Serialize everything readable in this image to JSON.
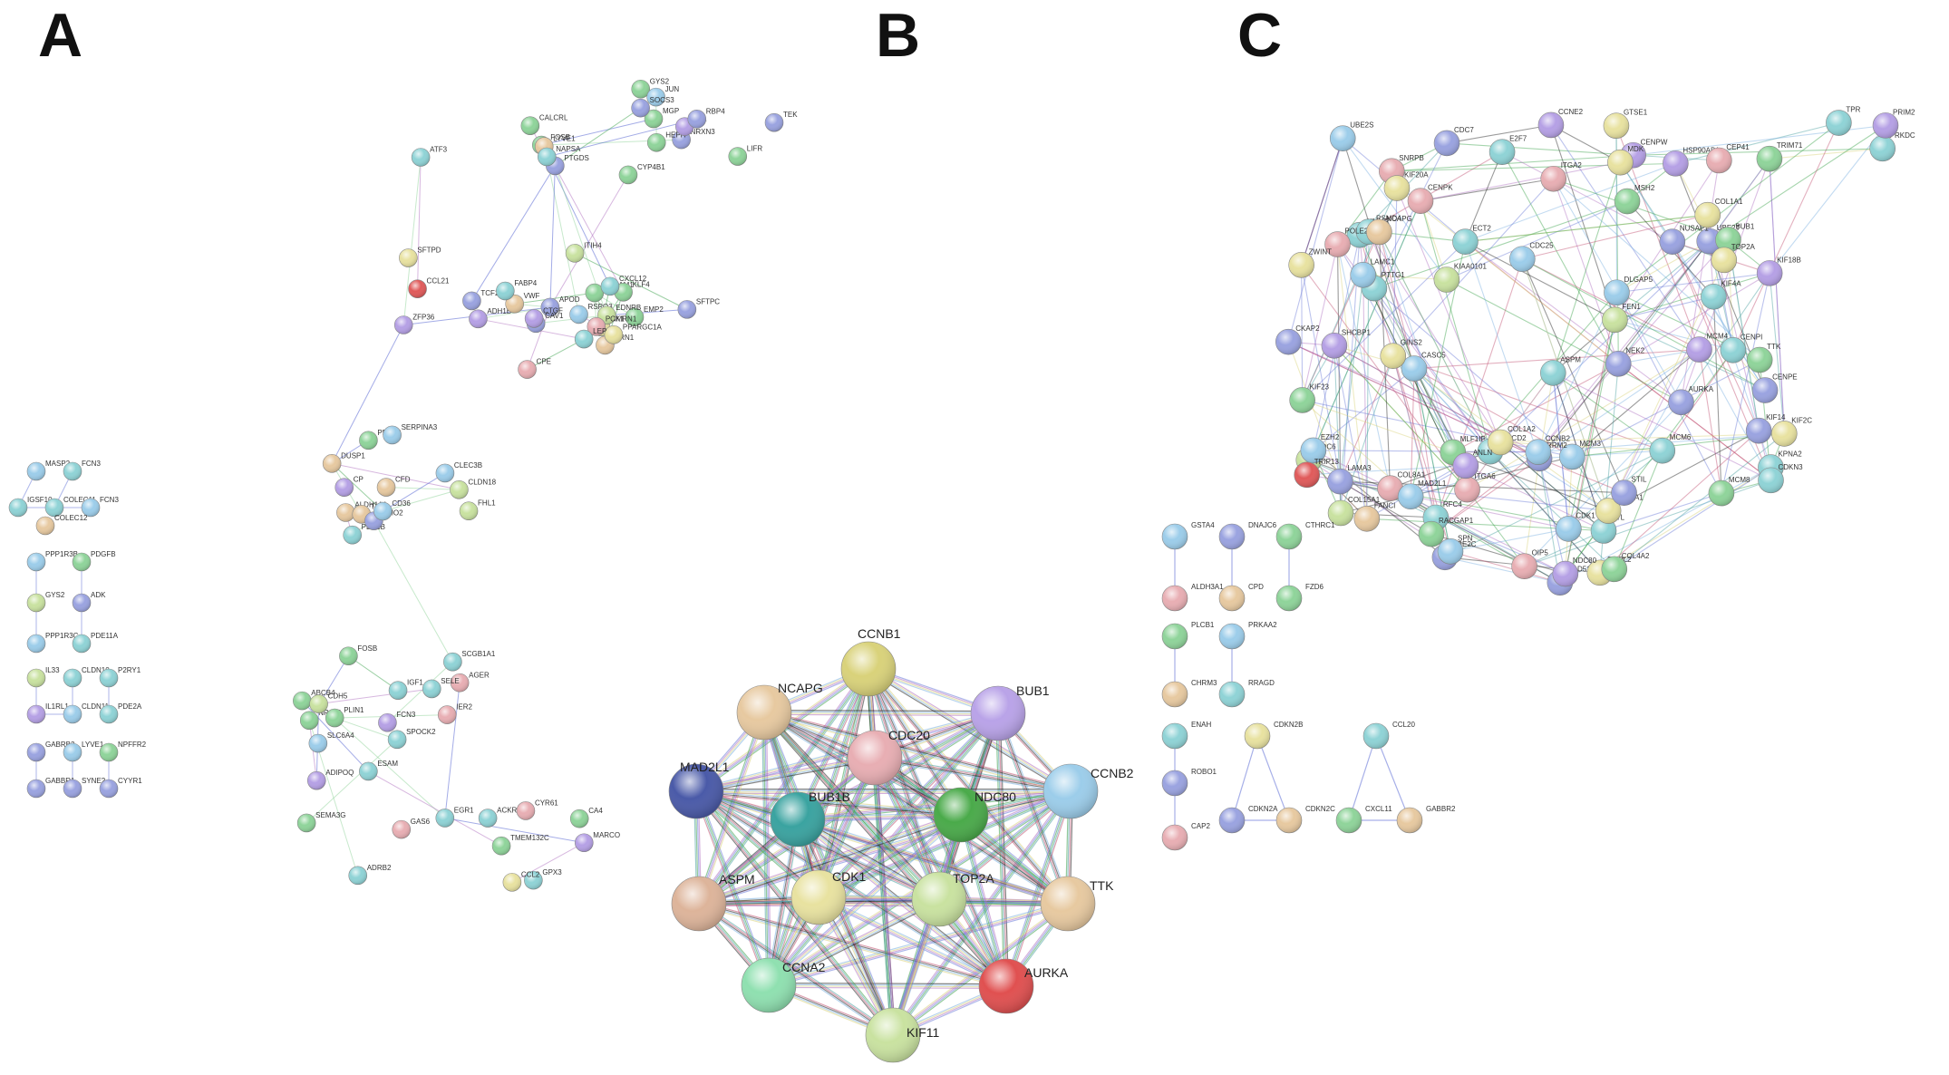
{
  "panels": {
    "A": {
      "label": "A"
    },
    "B": {
      "label": "B"
    },
    "C": {
      "label": "C"
    }
  },
  "palette": {
    "red": "#e05a5a",
    "green": "#8fd49a",
    "blue": "#9aa3e0",
    "cyan": "#8fd3d6",
    "yellow": "#e8e2a0",
    "tan": "#e7c9a0",
    "pink": "#e8aeb3",
    "lime": "#c9e2a0",
    "navy": "#4a5aa8",
    "teal": "#3aa3a0",
    "dkgreen": "#3aa14a",
    "sky": "#9ccdea",
    "purple": "#b5a0e5"
  },
  "panel_b": {
    "nodes": [
      {
        "name": "CCNB1",
        "color": "#d9d27a"
      },
      {
        "name": "BUB1",
        "color": "#b9a3e8"
      },
      {
        "name": "CCNB2",
        "color": "#9ccdea"
      },
      {
        "name": "TTK",
        "color": "#e7c9a0"
      },
      {
        "name": "AURKA",
        "color": "#e05050"
      },
      {
        "name": "KIF11",
        "color": "#c9e2a0"
      },
      {
        "name": "CCNA2",
        "color": "#8fe0b0"
      },
      {
        "name": "ASPM",
        "color": "#ddb49a"
      },
      {
        "name": "MAD2L1",
        "color": "#4a5aa8"
      },
      {
        "name": "NCAPG",
        "color": "#e7c9a0"
      },
      {
        "name": "CDC20",
        "color": "#e8aeb3"
      },
      {
        "name": "NDC80",
        "color": "#4aaa4a"
      },
      {
        "name": "TOP2A",
        "color": "#c9e2a0"
      },
      {
        "name": "CDK1",
        "color": "#e8e2a0"
      },
      {
        "name": "BUB1B",
        "color": "#3aa3a0"
      }
    ]
  },
  "panel_c": {
    "labels": [
      "UBE2S",
      "SNRPB",
      "CDC7",
      "E2F7",
      "CCNE2",
      "GTSE1",
      "HSP90AB1",
      "CEP41",
      "TRIM71",
      "TPR",
      "PRKDC",
      "PRIM2",
      "MCM8",
      "CDC6",
      "HMMR",
      "PSMD4",
      "UBE2C",
      "NEK2",
      "EZH2",
      "KPNA2",
      "OIP5",
      "MSH2",
      "FEN1",
      "POLE2",
      "CDKN3",
      "PTTG1",
      "AURKA",
      "CDC25",
      "ZWINT",
      "CENPI",
      "CENPW",
      "DTL",
      "RFC4",
      "RAD51AP1",
      "MCM4",
      "MLF1IP",
      "FANCI",
      "UBE2T",
      "KIAA0101",
      "MCM6",
      "NCAPG",
      "BUB1",
      "CASC5",
      "FANCD2",
      "GINS2",
      "MCM3",
      "CENPK",
      "SGOL2",
      "MDK",
      "ITGA2",
      "COL1A2",
      "ITGA6",
      "LAMA3",
      "COL15A1",
      "RRM2",
      "TRIP13",
      "NUSAP1",
      "TOP2A",
      "CENPE",
      "SPN",
      "COL4A1",
      "COL4A2",
      "ANLN",
      "CKAP2",
      "RACGAP1",
      "LAMC1",
      "COL1A1",
      "COL8A1",
      "ECT2",
      "KIF4A",
      "KIF14",
      "STIL",
      "SHCBP1",
      "KIF18B",
      "DLGAP5",
      "KIF20A",
      "ASPM",
      "KIF2C",
      "KIF23",
      "CCNB2",
      "CDK1",
      "TTK",
      "MAD2L1",
      "NDC80"
    ],
    "small_labels": [
      "GSTA4",
      "DNAJC6",
      "CTHRC1",
      "ALDH3A1",
      "CPD",
      "FZD6",
      "PLCB1",
      "PRKAA2",
      "CHRM3",
      "RRAGD",
      "ENAH",
      "ROBO1",
      "CAP2",
      "CDKN2B",
      "CDKN2A",
      "CDKN2C",
      "CCL20",
      "CXCL11",
      "GABBR2"
    ]
  },
  "panel_a": {
    "labels": [
      "TCF21",
      "NRXN3",
      "PDE1B",
      "NR4A1",
      "GAS6",
      "CPE",
      "CYP4B1",
      "HEPH",
      "ALDH1A1",
      "ABCB4",
      "TMEM132C",
      "NRN1",
      "ADH1B",
      "FOSB",
      "CP",
      "SCGB1A1",
      "ACKR1",
      "RSPO3",
      "PTGDS",
      "MGP",
      "CFD",
      "IGF1",
      "GPX3",
      "APOD",
      "CCL21",
      "LYVE1",
      "CLEC3B",
      "FCN3",
      "MARCO",
      "SFTPC",
      "SFTPD",
      "NAPSA",
      "CLDN18",
      "AGER",
      "CA4",
      "EMP2",
      "VWF",
      "TEK",
      "TIE1",
      "CDH5",
      "ESAM",
      "MMRN1",
      "PECAM1",
      "LIFR",
      "FHL1",
      "SPOCK2",
      "SEMA3G",
      "CAV1",
      "EDNRB",
      "CALCRL",
      "FMO2",
      "SLC6A4",
      "ADRB2",
      "PPARGC1A",
      "PCK1",
      "GYS2",
      "PDE4B",
      "FOSB",
      "EGR1",
      "KLF4",
      "ATF3",
      "JUN",
      "DUSP1",
      "IER2",
      "CYR61",
      "CTGF",
      "ZFP36",
      "SOCS3",
      "SERPINA3",
      "SELE",
      "CCL2",
      "CXCL12",
      "ITIH4",
      "LPL",
      "CD36",
      "PLIN1",
      "ADIPOQ",
      "LEP",
      "FABP4",
      "RBP4"
    ],
    "left_labels": [
      "MASP2",
      "FCN3",
      "IGSF10",
      "COLEC11",
      "FCN3",
      "COLEC12",
      "PPP1R3B",
      "PDGFB",
      "GYS2",
      "ADK",
      "PPP1R3C",
      "PDE11A",
      "IL33",
      "CLDN10",
      "P2RY1",
      "IL1RL1",
      "CLDN11",
      "PDE2A",
      "GABRB3",
      "LYVE1",
      "NPFFR2",
      "GABBR1",
      "SYNE2",
      "CYYR1"
    ]
  }
}
